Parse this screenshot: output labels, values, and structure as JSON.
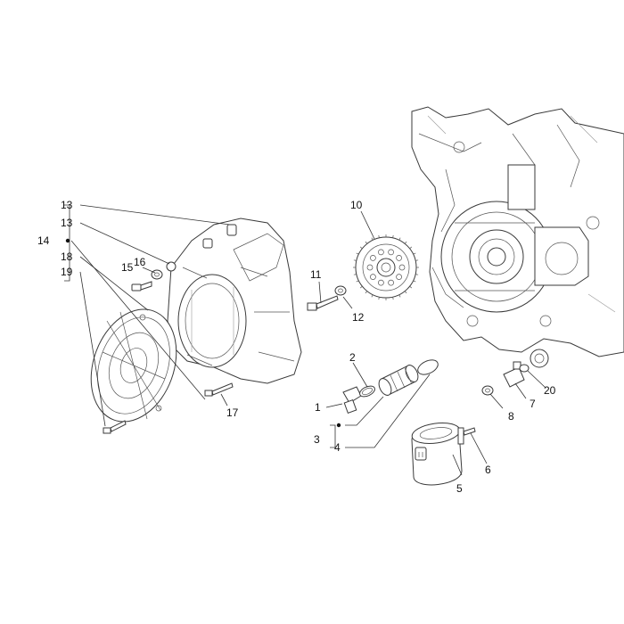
{
  "callouts": [
    {
      "key": "c13a",
      "text": "13"
    },
    {
      "key": "c13b",
      "text": "13"
    },
    {
      "key": "c14",
      "text": "14"
    },
    {
      "key": "c18",
      "text": "18"
    },
    {
      "key": "c19",
      "text": "19"
    },
    {
      "key": "c15",
      "text": "15"
    },
    {
      "key": "c16",
      "text": "16"
    },
    {
      "key": "c17",
      "text": "17"
    },
    {
      "key": "c10",
      "text": "10"
    },
    {
      "key": "c11",
      "text": "11"
    },
    {
      "key": "c12",
      "text": "12"
    },
    {
      "key": "c2",
      "text": "2"
    },
    {
      "key": "c1",
      "text": "1"
    },
    {
      "key": "c3",
      "text": "3"
    },
    {
      "key": "c4",
      "text": "4"
    },
    {
      "key": "c5",
      "text": "5"
    },
    {
      "key": "c6",
      "text": "6"
    },
    {
      "key": "c7",
      "text": "7"
    },
    {
      "key": "c8",
      "text": "8"
    },
    {
      "key": "c20",
      "text": "20"
    }
  ]
}
